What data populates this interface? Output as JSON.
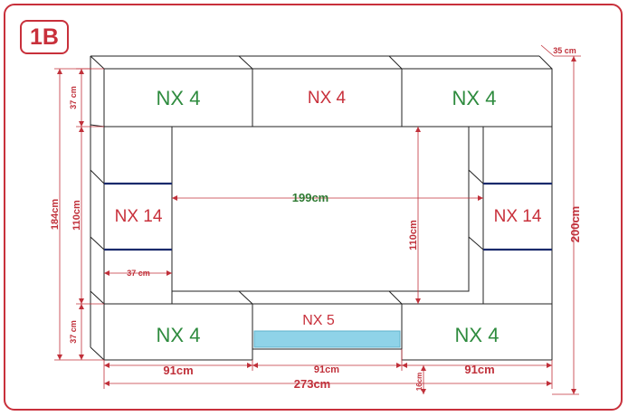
{
  "badge": "1B",
  "colors": {
    "frame": "#c8303b",
    "dimension": "#c0303a",
    "label_green": "#2e8b3e",
    "label_red": "#c8303b",
    "led_blue": "#1a2a6c",
    "glass": "#8fd3e8"
  },
  "modules": {
    "top_left": "NX 4",
    "top_middle": "NX 4",
    "top_right": "NX 4",
    "side_left": "NX 14",
    "side_right": "NX 14",
    "bottom_left": "NX 4",
    "bottom_middle": "NX 5",
    "bottom_right": "NX 4"
  },
  "dimensions": {
    "depth": "35 cm",
    "top_height": "37 cm",
    "bottom_height": "37 cm",
    "left_total_height": "184cm",
    "middle_height": "110cm",
    "total_height": "200cm",
    "inner_width": "199cm",
    "inner_height": "110cm",
    "side_width": "37 cm",
    "bottom_left_width": "91cm",
    "bottom_middle_width": "91cm",
    "bottom_right_width": "91cm",
    "total_width": "273cm",
    "plinth": "16cm"
  }
}
